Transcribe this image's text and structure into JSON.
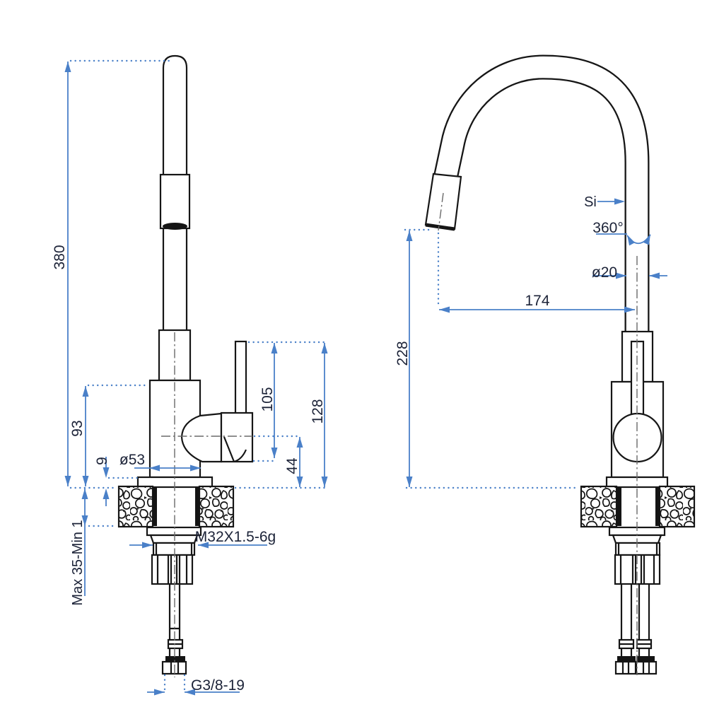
{
  "drawing": {
    "type": "kitchen-faucet-technical-drawing",
    "colors": {
      "outline": "#161616",
      "dimension_line": "#4a80c8",
      "text": "#1c2338",
      "centerline": "#6a6a6a"
    },
    "front_view": {
      "dims": {
        "total_height": "380",
        "body_height": "93",
        "flange_height": "9",
        "body_diameter": "ø53",
        "handle_span": "105",
        "handle_top_height": "128",
        "pivot_height": "44",
        "mounting_thickness": "Max 35-Min 1",
        "shank_thread": "M32X1.5-6g",
        "supply_thread": "G3/8-19"
      }
    },
    "side_view": {
      "dims": {
        "marker": "Si",
        "swivel_angle": "360°",
        "column_diameter": "ø20",
        "spout_reach": "174",
        "outlet_height": "228"
      }
    }
  }
}
